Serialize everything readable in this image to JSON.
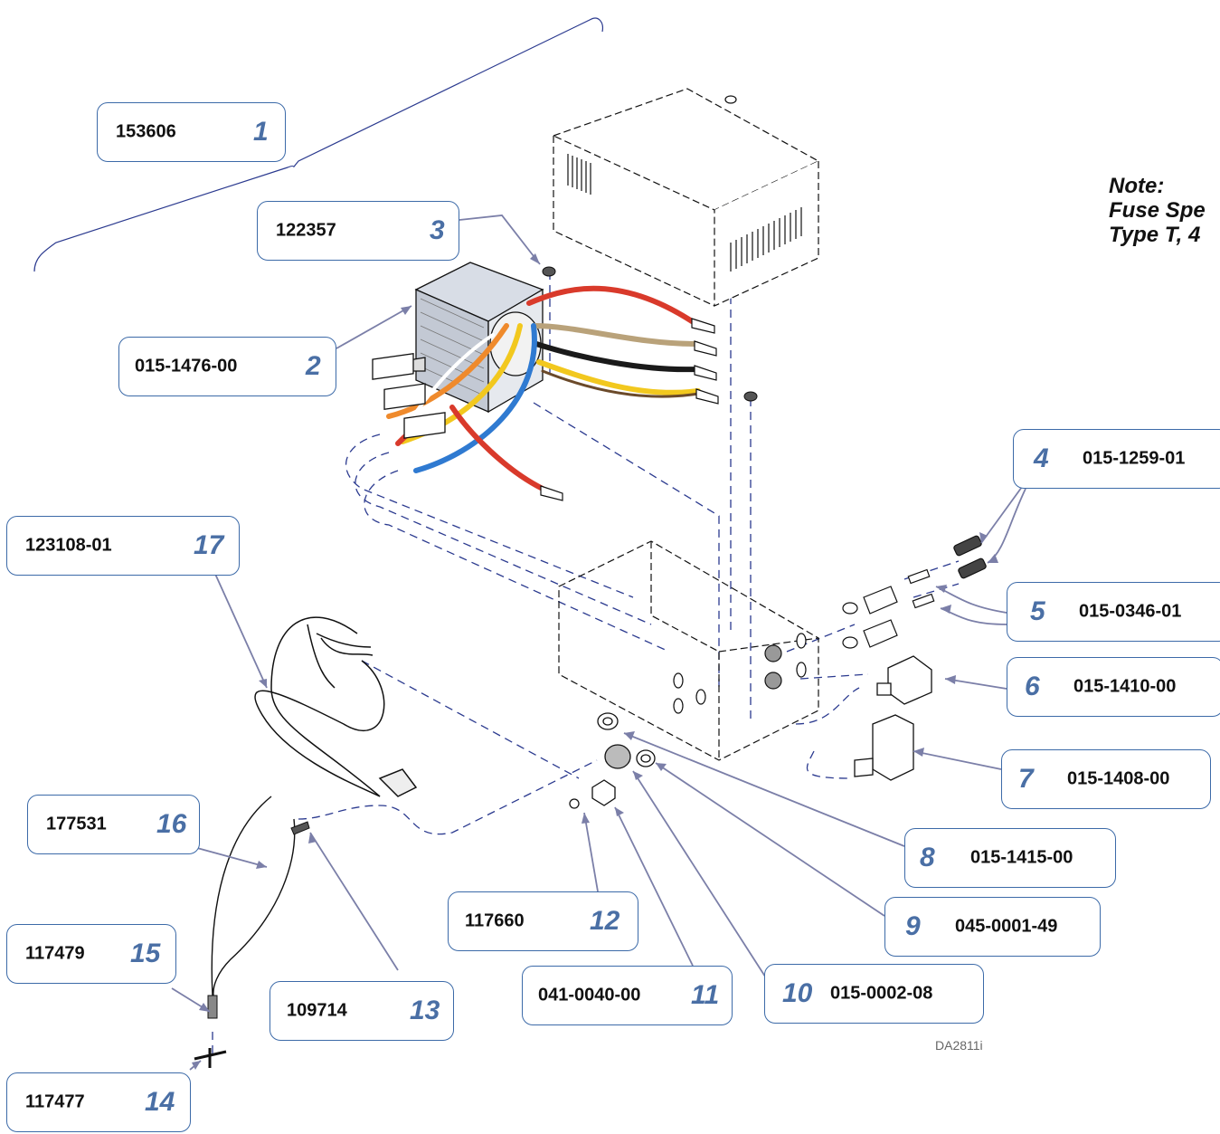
{
  "note": {
    "heading": "Note:",
    "line1": "Fuse Spe",
    "line2": "Type T, 4"
  },
  "drawing_id": "DA2811i",
  "callouts": [
    {
      "item": "1",
      "part": "153606"
    },
    {
      "item": "2",
      "part": "015-1476-00"
    },
    {
      "item": "3",
      "part": "122357"
    },
    {
      "item": "4",
      "part": "015-1259-01"
    },
    {
      "item": "5",
      "part": "015-0346-01"
    },
    {
      "item": "6",
      "part": "015-1410-00"
    },
    {
      "item": "7",
      "part": "015-1408-00"
    },
    {
      "item": "8",
      "part": "015-1415-00"
    },
    {
      "item": "9",
      "part": "045-0001-49"
    },
    {
      "item": "10",
      "part": "015-0002-08"
    },
    {
      "item": "11",
      "part": "041-0040-00"
    },
    {
      "item": "12",
      "part": "117660"
    },
    {
      "item": "13",
      "part": "109714"
    },
    {
      "item": "14",
      "part": "117477"
    },
    {
      "item": "15",
      "part": "117479"
    },
    {
      "item": "16",
      "part": "177531"
    },
    {
      "item": "17",
      "part": "123108-01"
    }
  ],
  "colors": {
    "callout_border": "#3c6aa8",
    "item_number": "#4a6fa5",
    "leader": "#7b7fa8",
    "dashed": "#2b3a8f",
    "wire_red": "#d93a2b",
    "wire_yellow": "#f2c81e",
    "wire_blue": "#2f7ad1",
    "wire_orange": "#ef8a2c",
    "wire_brown": "#6b4a2a",
    "wire_black": "#1a1a1a"
  }
}
